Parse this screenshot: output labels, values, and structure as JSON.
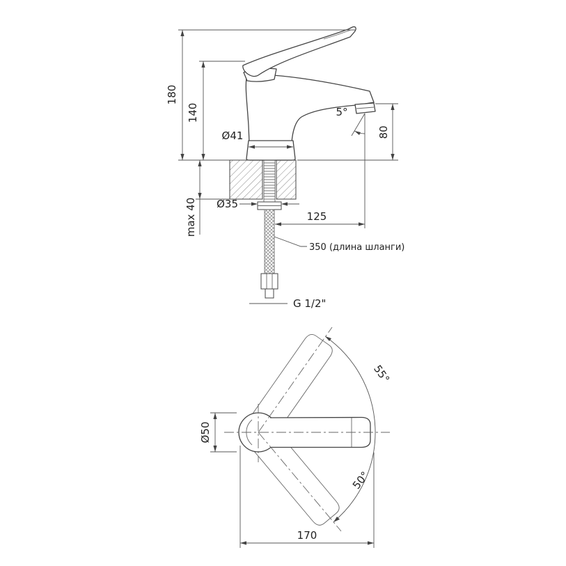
{
  "drawing": {
    "type": "faucet-installation-dimensions",
    "colors": {
      "line": "#444444",
      "dim_line": "#555555",
      "text": "#222222",
      "background": "#ffffff"
    },
    "side_view": {
      "height_total": "180",
      "height_body": "140",
      "base_diameter": "Ø41",
      "shank_diameter": "Ø35",
      "max_deck_thickness": "max 40",
      "spout_height": "80",
      "spout_angle": "5°",
      "spout_reach": "125",
      "hose_length": "350 (длина шланги)",
      "thread": "G 1/2\""
    },
    "top_view": {
      "handle_swing_up": "55°",
      "handle_swing_down": "50°",
      "body_diameter": "Ø50",
      "length_total": "170"
    }
  }
}
